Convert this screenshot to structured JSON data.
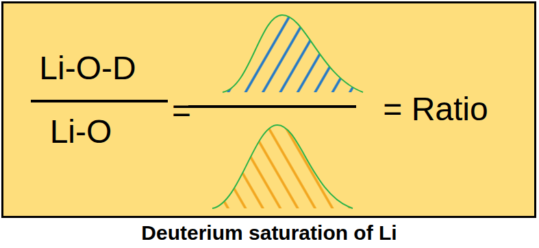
{
  "diagram": {
    "caption": "Deuterium saturation of Li",
    "nodes": [
      {
        "text": [
          "Li-O-D",
          "Li-O",
          "=",
          "= Ratio"
        ]
      }
    ]
  }
}
